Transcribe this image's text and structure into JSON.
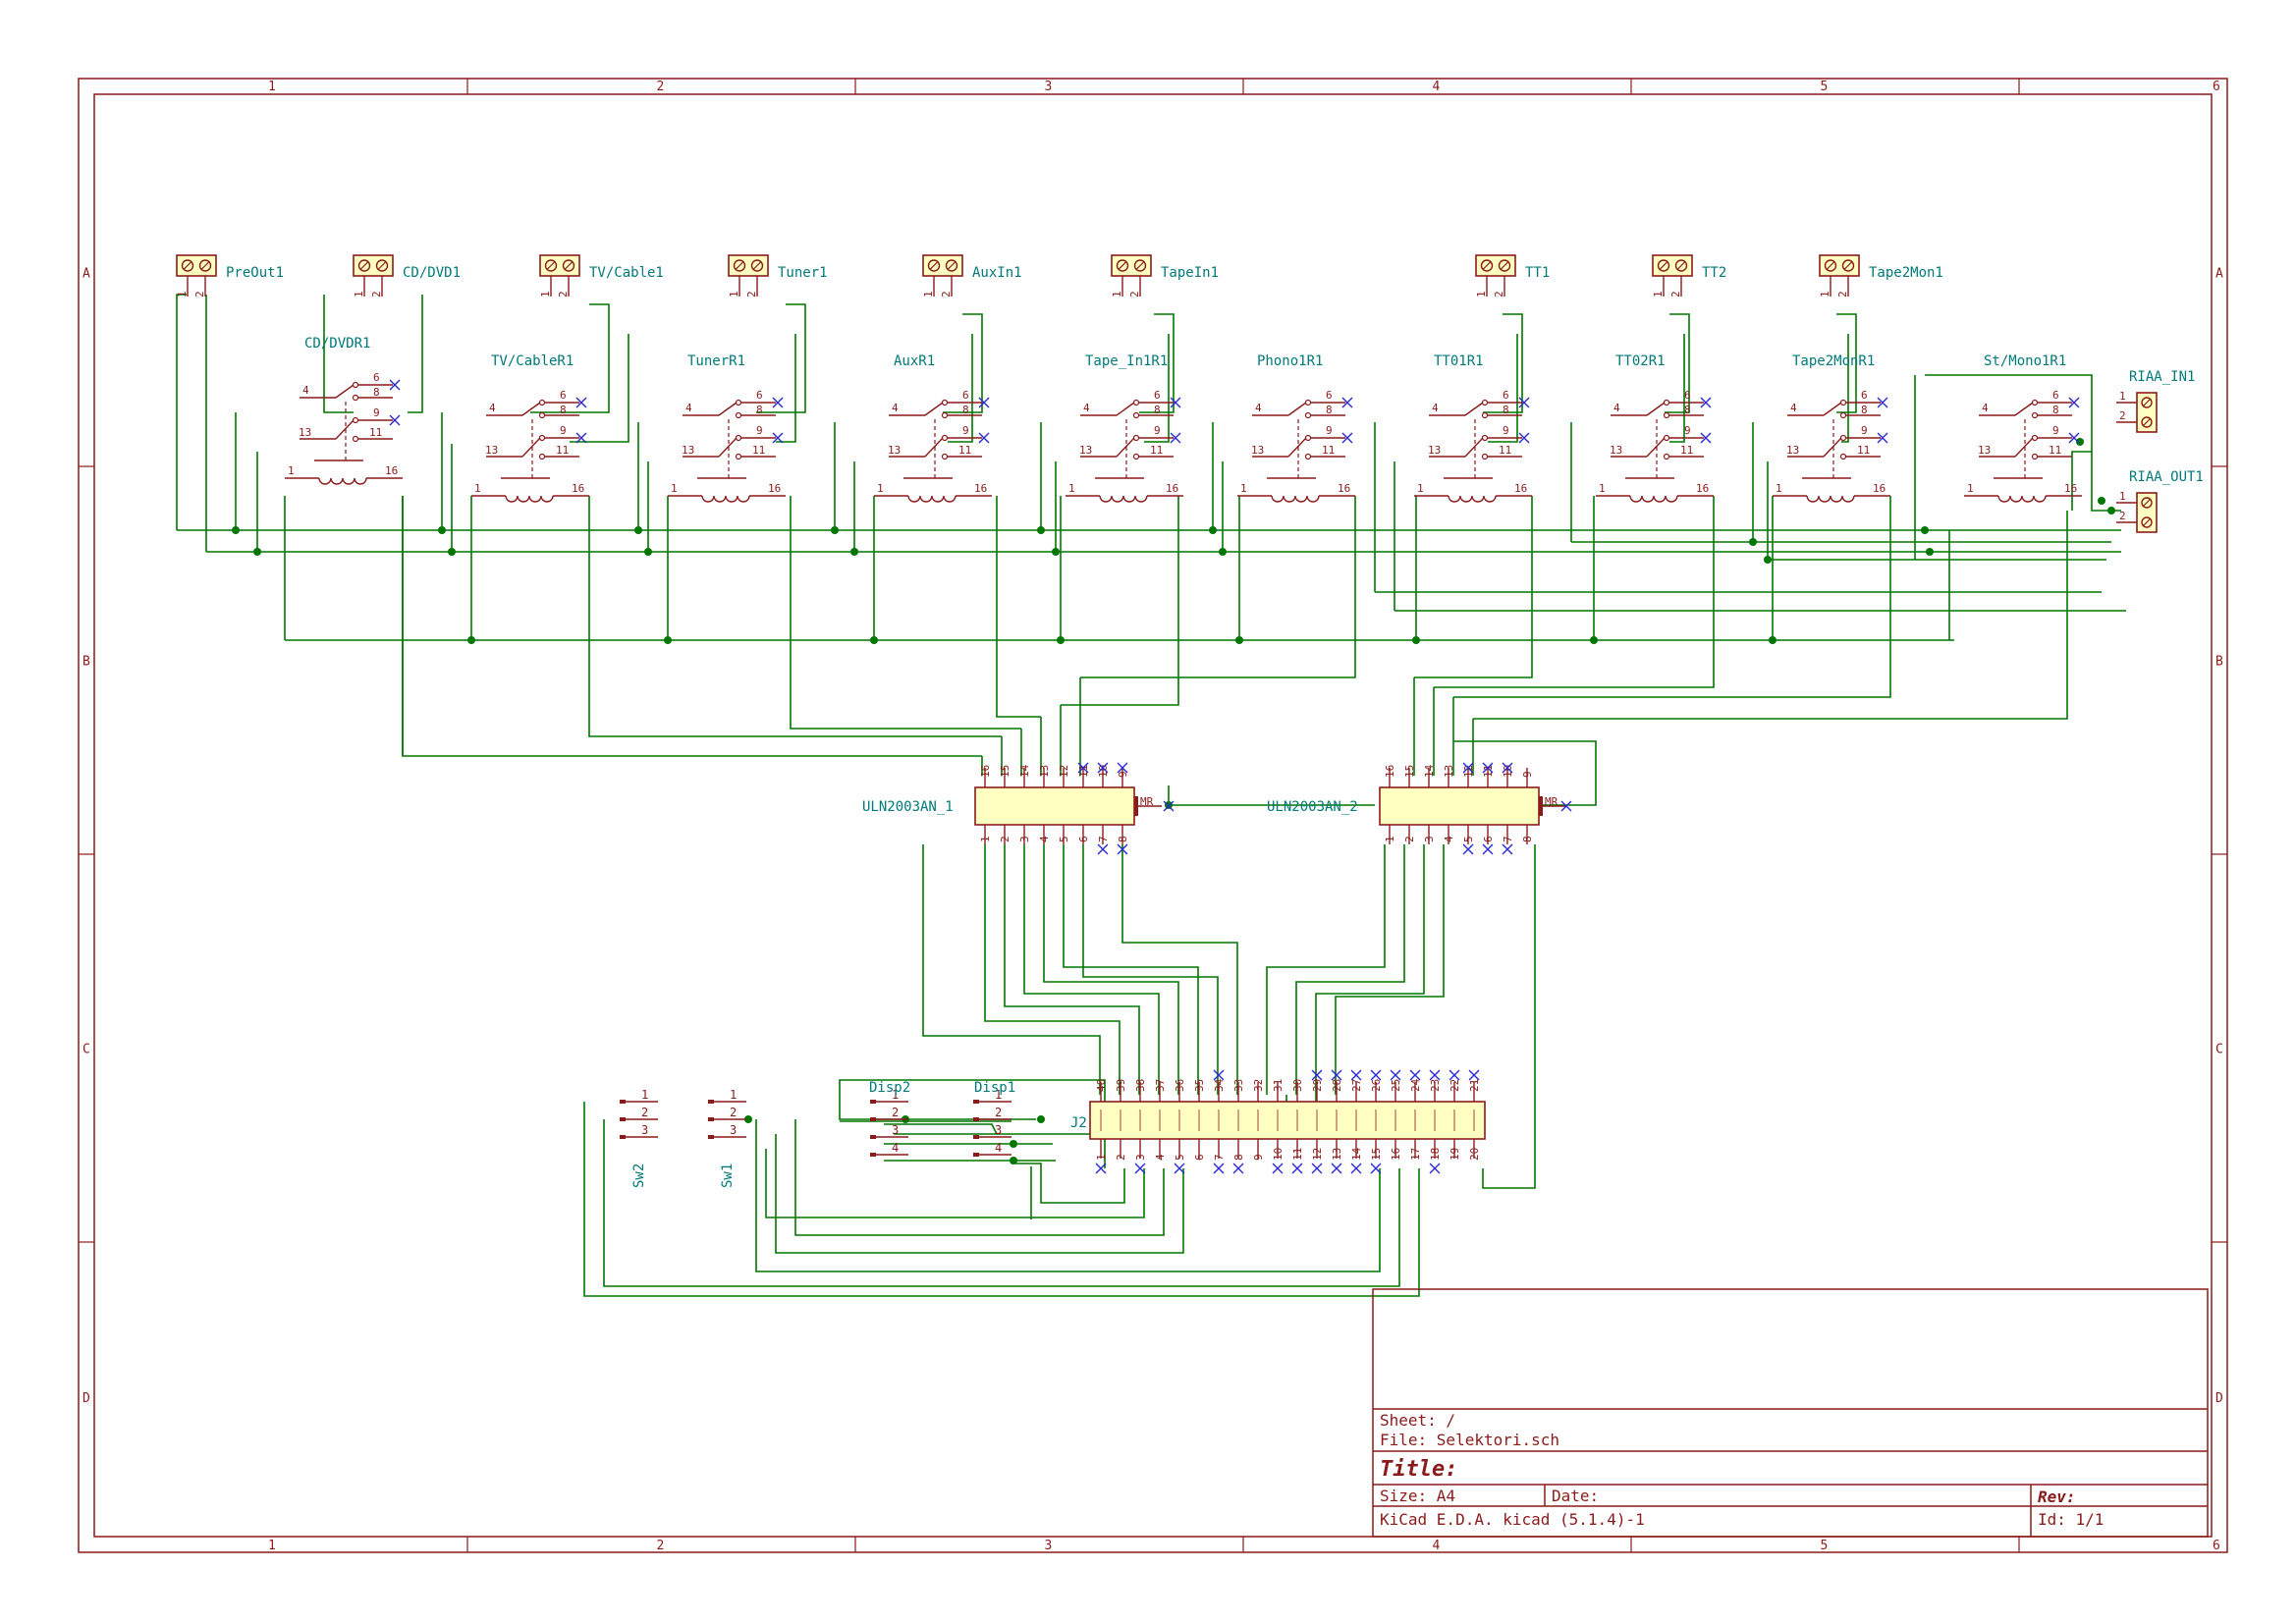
{
  "sheet": {
    "col_labels": [
      "1",
      "2",
      "3",
      "4",
      "5",
      "6"
    ],
    "row_labels": [
      "A",
      "B",
      "C",
      "D"
    ]
  },
  "title_block": {
    "sheet": "Sheet: /",
    "file": "File: Selektori.sch",
    "title": "Title:",
    "size": "Size: A4",
    "date": "Date:",
    "rev": "Rev:",
    "tool": "KiCad E.D.A.  kicad (5.1.4)-1",
    "id": "Id: 1/1"
  },
  "colors": {
    "frame": "#8b1a1a",
    "wire": "#007700",
    "part": "#8b1a1a",
    "fill": "#ffffc2",
    "ref": "#007a7a",
    "junction": "#007700"
  },
  "connectors": [
    {
      "ref": "PreOut1"
    },
    {
      "ref": "CD/DVD1"
    },
    {
      "ref": "TV/Cable1"
    },
    {
      "ref": "Tuner1"
    },
    {
      "ref": "AuxIn1"
    },
    {
      "ref": "TapeIn1"
    },
    {
      "ref": "TT1"
    },
    {
      "ref": "TT2"
    },
    {
      "ref": "Tape2Mon1"
    }
  ],
  "relays": [
    {
      "ref": "CD/DVDR1"
    },
    {
      "ref": "TV/CableR1"
    },
    {
      "ref": "TunerR1"
    },
    {
      "ref": "AuxR1"
    },
    {
      "ref": "Tape_In1R1"
    },
    {
      "ref": "Phono1R1"
    },
    {
      "ref": "TT01R1"
    },
    {
      "ref": "TT02R1"
    },
    {
      "ref": "Tape2MonR1"
    },
    {
      "ref": "St/Mono1R1"
    }
  ],
  "relay_pins": {
    "p4": "4",
    "p6": "6",
    "p8": "8",
    "p9": "9",
    "p11": "11",
    "p13": "13",
    "c1": "1",
    "c16": "16"
  },
  "riaa": [
    {
      "ref": "RIAA_IN1"
    },
    {
      "ref": "RIAA_OUT1"
    }
  ],
  "conn_pins": [
    "1",
    "2"
  ],
  "ics": [
    {
      "ref": "ULN2003AN_1",
      "mr": "MR"
    },
    {
      "ref": "ULN2003AN_2",
      "mr": "MR"
    }
  ],
  "ic_top_pins": [
    "16",
    "15",
    "14",
    "13",
    "12",
    "11",
    "10",
    "9"
  ],
  "ic_bottom_pins": [
    "1",
    "2",
    "3",
    "4",
    "5",
    "6",
    "7",
    "8"
  ],
  "header": {
    "ref": "J2",
    "top_pins": [
      "40",
      "39",
      "38",
      "37",
      "36",
      "35",
      "34",
      "33",
      "32",
      "31",
      "30",
      "29",
      "28",
      "27",
      "26",
      "25",
      "24",
      "23",
      "22",
      "21"
    ],
    "bottom_pins": [
      "1",
      "2",
      "3",
      "4",
      "5",
      "6",
      "7",
      "8",
      "9",
      "10",
      "11",
      "12",
      "13",
      "14",
      "15",
      "16",
      "17",
      "18",
      "19",
      "20"
    ]
  },
  "pin_headers": [
    {
      "ref": "Disp2",
      "pins": [
        "1",
        "2",
        "3",
        "4"
      ]
    },
    {
      "ref": "Disp1",
      "pins": [
        "1",
        "2",
        "3",
        "4"
      ]
    },
    {
      "ref": "Sw2",
      "pins": [
        "1",
        "2",
        "3"
      ]
    },
    {
      "ref": "Sw1",
      "pins": [
        "1",
        "2",
        "3"
      ]
    }
  ]
}
